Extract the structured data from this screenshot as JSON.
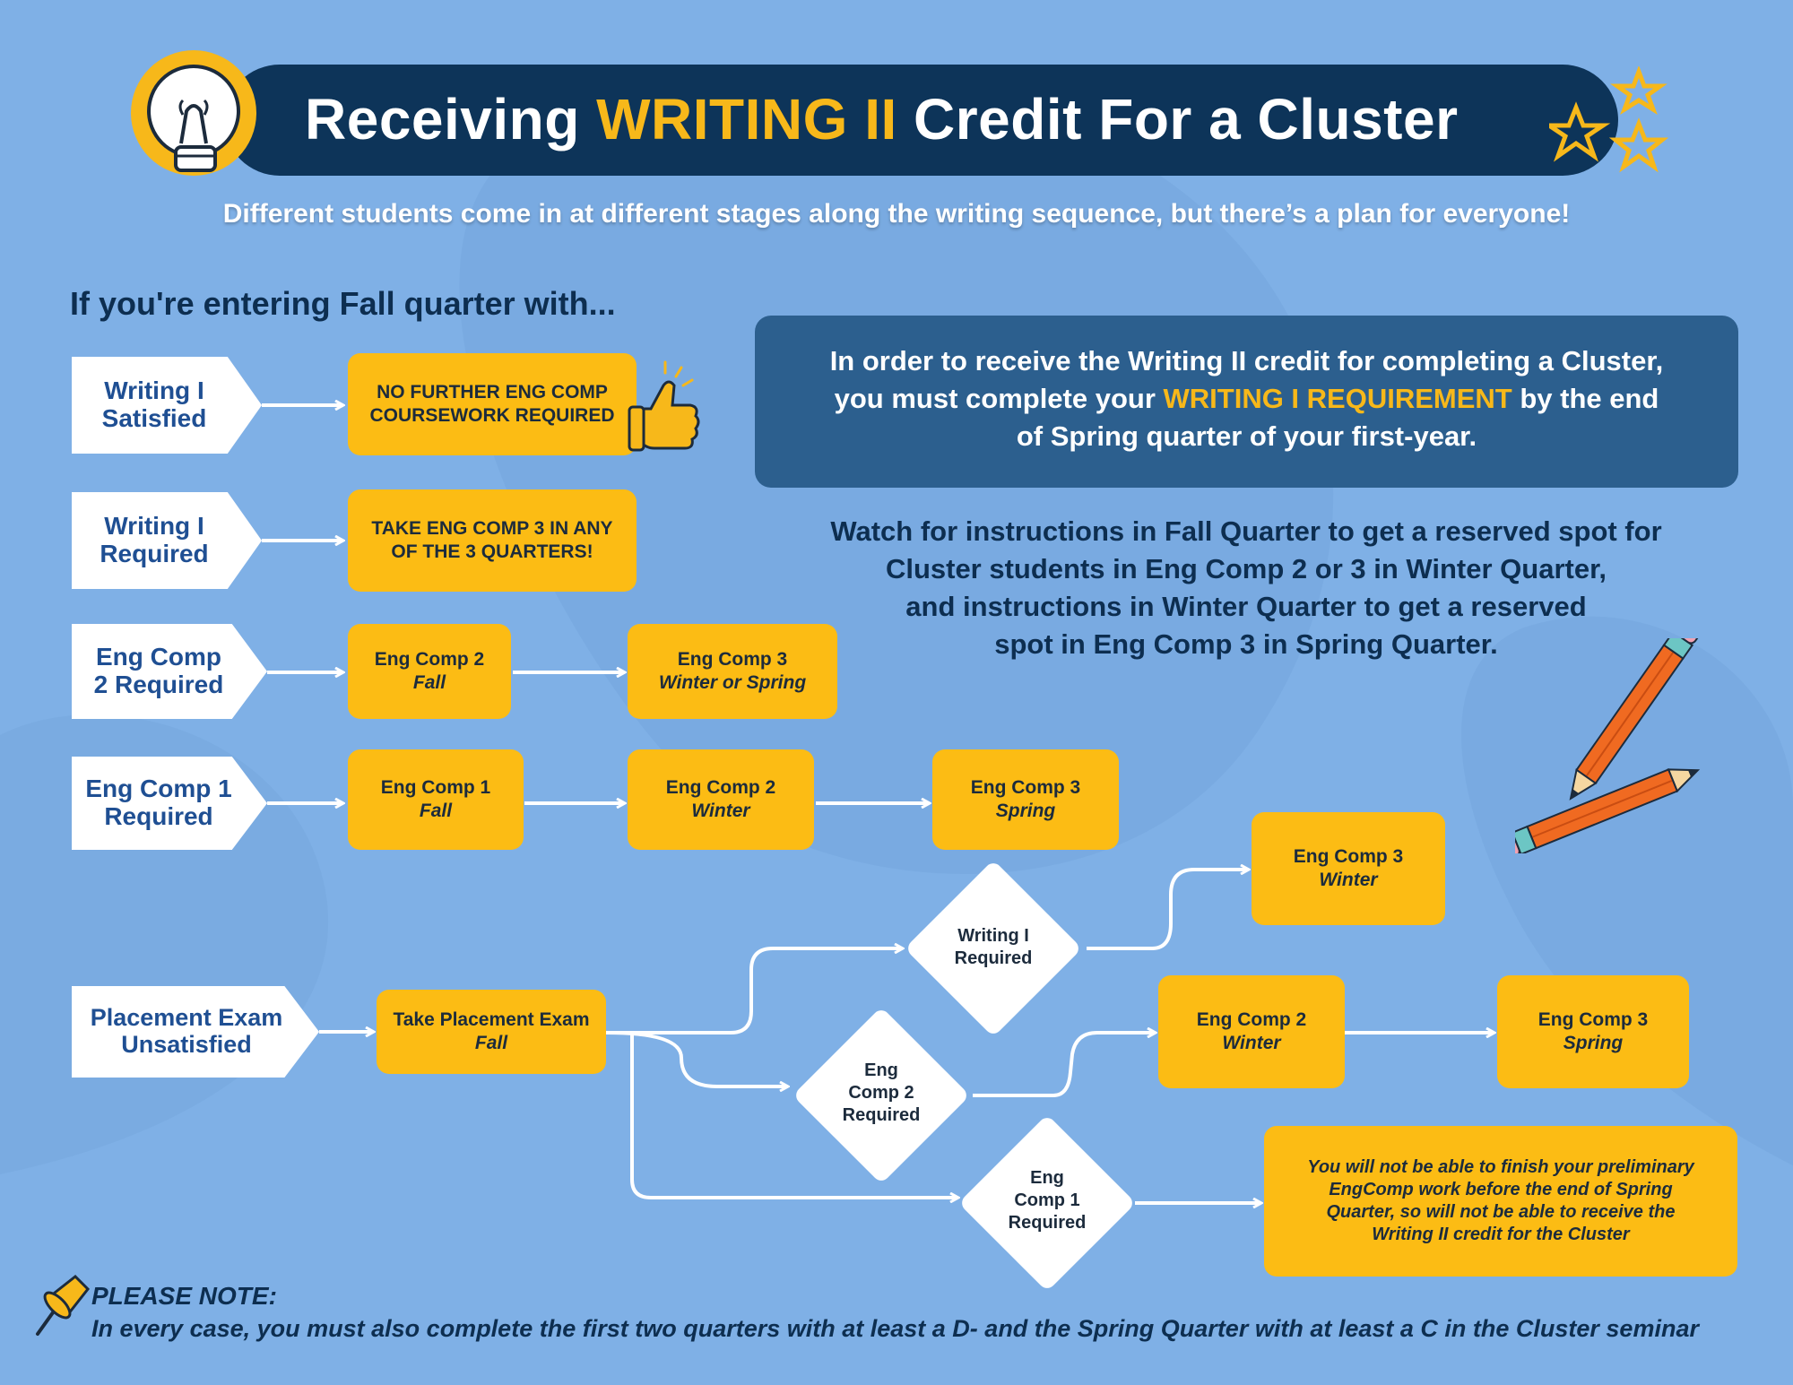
{
  "header": {
    "title_prefix": "Receiving ",
    "title_highlight": "WRITING II",
    "title_suffix": " Credit For a Cluster",
    "subtitle": "Different students come in at different stages along the writing sequence, but there’s a plan for everyone!"
  },
  "section_heading": "If you're entering Fall quarter with...",
  "paths": {
    "writing1_satisfied": {
      "tag_line1": "Writing I",
      "tag_line2": "Satisfied",
      "result_line1": "NO FURTHER ENG COMP",
      "result_line2": "COURSEWORK REQUIRED"
    },
    "writing1_required": {
      "tag_line1": "Writing I",
      "tag_line2": "Required",
      "result_line1": "TAKE ENG COMP 3 IN ANY",
      "result_line2": "OF THE 3 QUARTERS!"
    },
    "engcomp2_required": {
      "tag_line1": "Eng Comp",
      "tag_line2": "2 Required",
      "step1_title": "Eng Comp 2",
      "step1_term": "Fall",
      "step2_title": "Eng Comp 3",
      "step2_term": "Winter or Spring"
    },
    "engcomp1_required": {
      "tag_line1": "Eng Comp 1",
      "tag_line2": "Required",
      "step1_title": "Eng Comp 1",
      "step1_term": "Fall",
      "step2_title": "Eng Comp 2",
      "step2_term": "Winter",
      "step3_title": "Eng Comp 3",
      "step3_term": "Spring"
    },
    "placement": {
      "tag_line1": "Placement Exam",
      "tag_line2": "Unsatisfied",
      "exam_title": "Take Placement Exam",
      "exam_term": "Fall",
      "d1_line1": "Writing I",
      "d1_line2": "Required",
      "d1_result_title": "Eng Comp 3",
      "d1_result_term": "Winter",
      "d2_line1": "Eng",
      "d2_line2": "Comp 2",
      "d2_line3": "Required",
      "d2_step1_title": "Eng Comp 2",
      "d2_step1_term": "Winter",
      "d2_step2_title": "Eng Comp 3",
      "d2_step2_term": "Spring",
      "d3_line1": "Eng",
      "d3_line2": "Comp 1",
      "d3_line3": "Required",
      "d3_result_line1": "You will not be able to finish your preliminary",
      "d3_result_line2": "EngComp work before the end of Spring",
      "d3_result_line3": "Quarter, so will not be able to receive the",
      "d3_result_line4": "Writing II credit for the Cluster"
    }
  },
  "info_panel": {
    "line1": "In order to receive the Writing II credit for completing a Cluster,",
    "line2_pre": "you must complete your ",
    "line2_hl": "WRITING I REQUIREMENT",
    "line2_post": " by the end",
    "line3": "of Spring quarter of your first-year."
  },
  "watch_text": {
    "line1": "Watch for instructions in Fall Quarter to get a reserved spot for",
    "line2": "Cluster students in Eng Comp 2 or 3 in Winter Quarter,",
    "line3": "and instructions in Winter Quarter to get a reserved",
    "line4": "spot in Eng Comp 3 in Spring Quarter."
  },
  "note": {
    "title": "PLEASE NOTE:",
    "text": "In every case, you must also complete the first two quarters with at least a D- and the Spring Quarter with at least a C in the Cluster seminar"
  },
  "colors": {
    "background": "#7fb0e6",
    "navy": "#0d3459",
    "accent_yellow": "#fcbc14",
    "panel_blue": "#2c5f8e",
    "tag_text": "#1f4f93"
  },
  "icons": [
    "lightbulb-icon",
    "stars-icon",
    "thumbs-up-icon",
    "pencil-icon",
    "pushpin-icon"
  ]
}
